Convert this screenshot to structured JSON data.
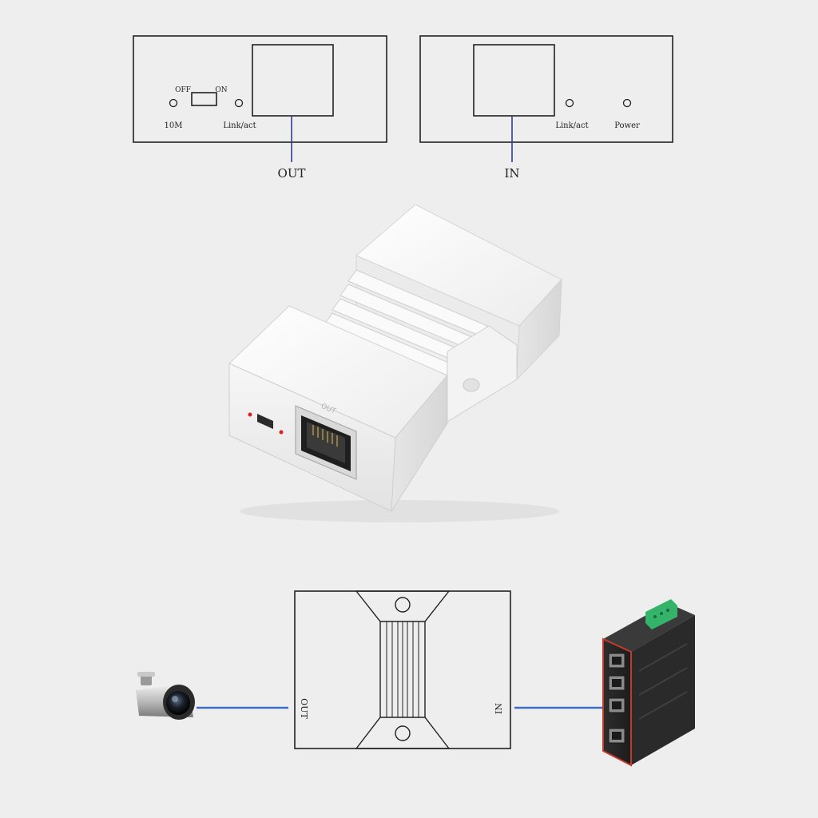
{
  "out_panel": {
    "switch_off_label": "OFF",
    "switch_on_label": "ON",
    "led_10m_label": "10M",
    "led_link_label": "Link/act",
    "port_caption": "OUT"
  },
  "in_panel": {
    "led_link_label": "Link/act",
    "led_power_label": "Power",
    "port_caption": "IN"
  },
  "device_photo": {
    "port_label": "OUT"
  },
  "wiring": {
    "out_label": "OUT",
    "in_label": "IN"
  },
  "colors": {
    "cable": "#3c6fc8",
    "leader_line": "#2a3f8f",
    "led_red": "#e02020",
    "switch_body": "#2b2b2b",
    "switch_case": "#c43a2a",
    "terminal_green": "#34b36a"
  }
}
